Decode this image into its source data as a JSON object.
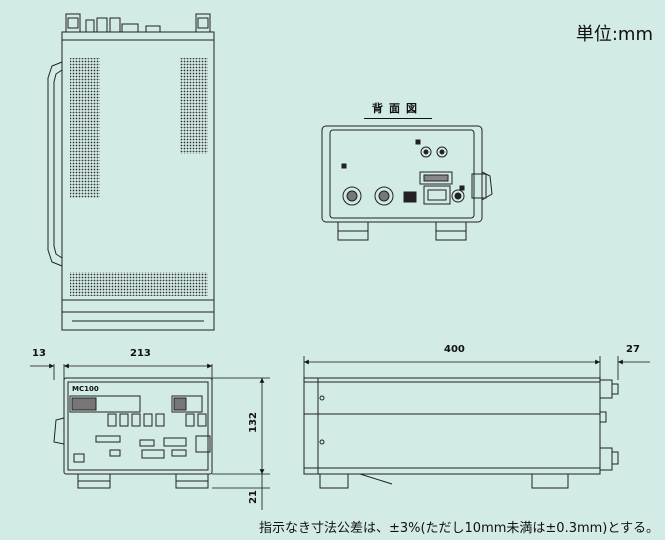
{
  "unit": "単位:mm",
  "rear_view_title": "背面図",
  "model_label": "MC100",
  "dimensions": {
    "front_side_offset": "13",
    "front_width": "213",
    "front_height": "132",
    "foot_height": "21",
    "side_depth": "400",
    "side_protrusion": "27"
  },
  "tolerance_note": "指示なき寸法公差は、±3%(ただし10mm未満は±0.3mm)とする。",
  "colors": {
    "background": "#d3ebe6",
    "line": "#222222"
  }
}
